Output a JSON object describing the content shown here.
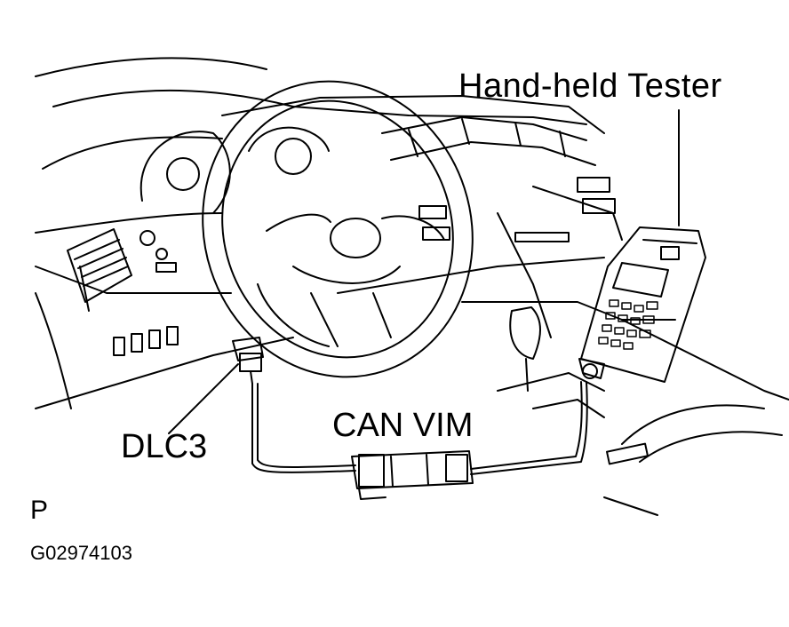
{
  "labels": {
    "tester": "Hand-held  Tester",
    "can_vim": "CAN VIM",
    "dlc3": "DLC3",
    "view_code": "P",
    "figure_id": "G02974103"
  },
  "colors": {
    "line": "#000000",
    "background": "#ffffff"
  }
}
